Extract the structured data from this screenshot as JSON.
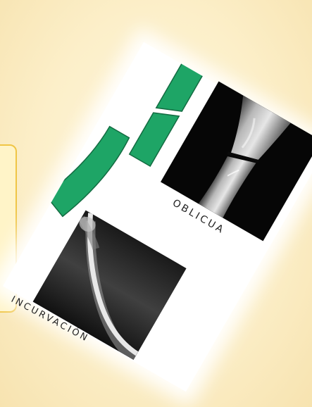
{
  "slide": {
    "labels": {
      "oblique": "OBLICUA",
      "bowing": "INCURVACIÓN"
    }
  },
  "colors": {
    "bone_diagram": "#1ea566",
    "bone_diagram_outline": "#136b41",
    "background": "#fbecc4",
    "callout_border": "#f0c545",
    "xray_background": "#060606"
  },
  "icons": [
    "oblique-fracture-diagram",
    "bowing-fracture-diagram"
  ]
}
